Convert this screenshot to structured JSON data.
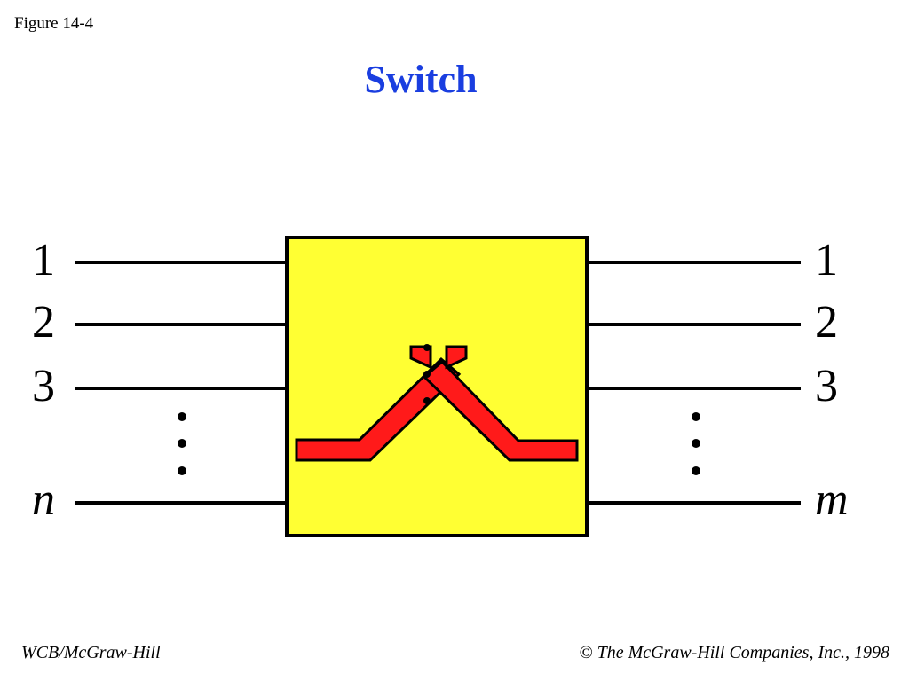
{
  "figure_label": "Figure 14-4",
  "title": "Switch",
  "colors": {
    "title": "#1a3ee0",
    "box_fill": "#ffff33",
    "path_fill": "#ff1a1a",
    "line": "#000000"
  },
  "inputs": {
    "labels": [
      "1",
      "2",
      "3",
      "n"
    ]
  },
  "outputs": {
    "labels": [
      "1",
      "2",
      "3",
      "m"
    ]
  },
  "footer": {
    "publisher": "WCB/McGraw-Hill",
    "copyright_symbol": "©",
    "copyright": "The McGraw-Hill Companies, Inc., 1998"
  }
}
